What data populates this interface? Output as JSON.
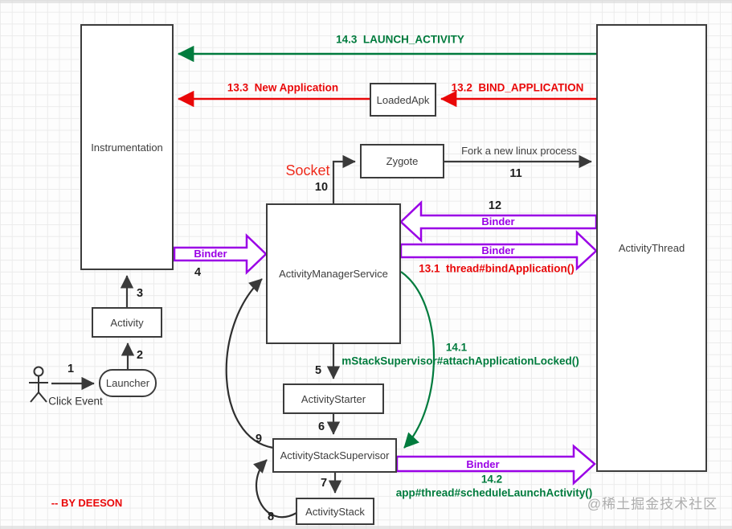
{
  "colors": {
    "green": "#007b3d",
    "red": "#e90708",
    "purple": "#9a00e6",
    "box_border": "#3c3c3c",
    "grid": "#ebebeb",
    "watermark_gray": "#a0a0a0"
  },
  "boxes": {
    "instrumentation": "Instrumentation",
    "activity_thread": "ActivityThread",
    "loaded_apk": "LoadedApk",
    "zygote": "Zygote",
    "activity_manager_service": "ActivityManagerService",
    "activity_starter": "ActivityStarter",
    "activity_stack_supervisor": "ActivityStackSupervisor",
    "activity_stack": "ActivityStack",
    "activity": "Activity",
    "launcher": "Launcher"
  },
  "steps": {
    "n1": "1",
    "n2": "2",
    "n3": "3",
    "n4": "4",
    "n5": "5",
    "n6": "6",
    "n7": "7",
    "n8": "8",
    "n9": "9",
    "n10": "10",
    "n11": "11",
    "n12": "12"
  },
  "annotations": {
    "launch_activity": "14.3  LAUNCH_ACTIVITY",
    "new_application": "13.3  New Application",
    "bind_application": "13.2  BIND_APPLICATION",
    "socket": "Socket",
    "fork_process": "Fork a new linux process",
    "binder": "Binder",
    "thread_bind_application": "13.1  thread#bindApplication()",
    "step_14_1": "14.1",
    "attach_application_locked": "mStackSupervisor#attachApplicationLocked()",
    "step_14_2": "14.2",
    "schedule_launch_activity": "app#thread#scheduleLaunchActivity()",
    "click_event": "Click Event",
    "by_deeson": "-- BY DEESON",
    "watermark": "@稀土掘金技术社区"
  }
}
